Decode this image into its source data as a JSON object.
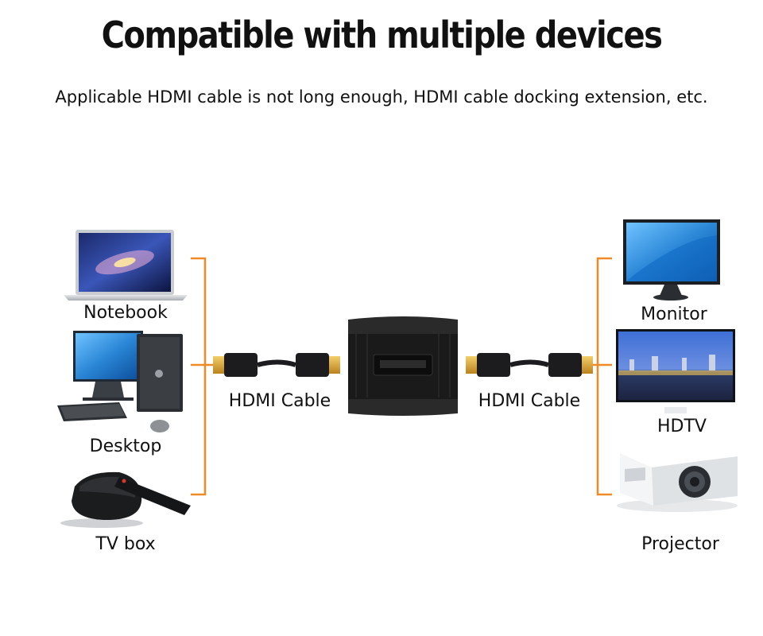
{
  "title": "Compatible with multiple devices",
  "subtitle": "Applicable HDMI cable is not long enough, HDMI cable docking extension, etc.",
  "left_devices": [
    {
      "label": "Notebook",
      "icon": "laptop-icon"
    },
    {
      "label": "Desktop",
      "icon": "desktop-pc-icon"
    },
    {
      "label": "TV box",
      "icon": "tv-box-icon"
    }
  ],
  "center": {
    "left_cable_label": "HDMI Cable",
    "right_cable_label": "HDMI Cable",
    "coupler_icon": "hdmi-coupler-icon",
    "cable_icon": "hdmi-cable-icon"
  },
  "right_devices": [
    {
      "label": "Monitor",
      "icon": "monitor-icon"
    },
    {
      "label": "HDTV",
      "icon": "hdtv-icon"
    },
    {
      "label": "Projector",
      "icon": "projector-icon"
    }
  ],
  "colors": {
    "bracket": "#f08a24",
    "connector_gold": "#d9a441",
    "coupler": "#1a1a1a",
    "screen_blue": "#2a86d6"
  }
}
